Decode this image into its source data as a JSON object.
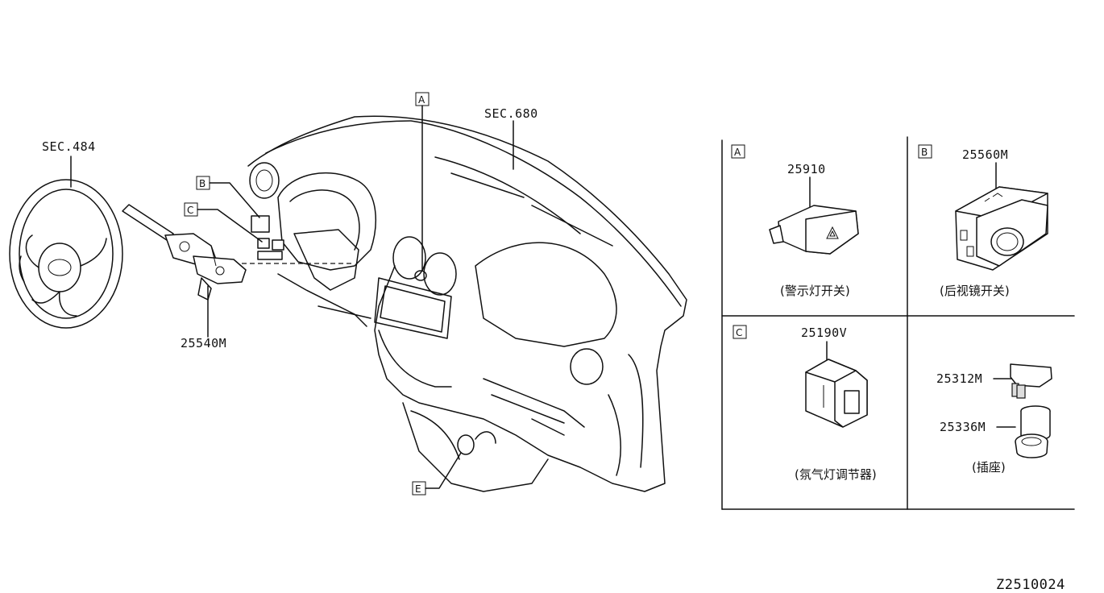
{
  "diagram": {
    "callouts": {
      "steering_wheel_sec": "SEC.484",
      "dashboard_sec": "SEC.680",
      "combination_switch": "25540M",
      "ref_a": "A",
      "ref_b": "B",
      "ref_c": "C",
      "ref_e": "E"
    },
    "panels": [
      {
        "ref": "A",
        "part_no": "25910",
        "caption": "(警示灯开关)"
      },
      {
        "ref": "B",
        "part_no": "25560M",
        "caption": "(后视镜开关)"
      },
      {
        "ref": "C",
        "part_no": "25190V",
        "caption": "(氛气灯调节器)"
      },
      {
        "ref": "",
        "part_no_1": "25312M",
        "part_no_2": "25336M",
        "caption": "(插座)"
      }
    ],
    "drawing_code": "Z2510024",
    "hazard_symbol_icon": "warning-triangle-icon"
  }
}
